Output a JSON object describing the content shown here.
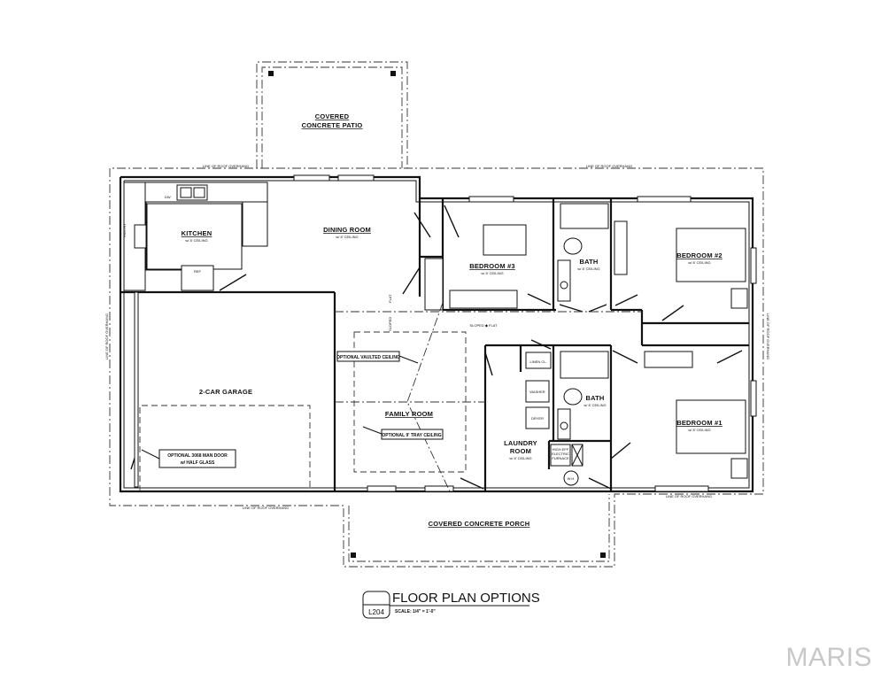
{
  "rooms": {
    "patio": [
      "COVERED",
      "CONCRETE PATIO"
    ],
    "kitchen": "KITCHEN",
    "dining": "DINING ROOM",
    "bedroom3": "BEDROOM #3",
    "bath_upper": "BATH",
    "bedroom2": "BEDROOM #2",
    "garage": "2-CAR GARAGE",
    "family": "FAMILY ROOM",
    "laundry": [
      "LAUNDRY",
      "ROOM"
    ],
    "bath_lower": "BATH",
    "bedroom1": "BEDROOM #1",
    "porch": "COVERED CONCRETE PORCH"
  },
  "ceiling_note": "w/ 8' CEILING",
  "small_labels": {
    "dw": "DW",
    "ref": "REF",
    "pantry": "PANTRY",
    "linen": "LINEN CL.",
    "washer": "WASHER",
    "dryer": "DRYER",
    "furnace": [
      "HIGH EFF",
      "ELECTRIC",
      "FURNACE"
    ],
    "wh": "W.H.",
    "flat": "FLAT",
    "sloped": "SLOPED",
    "sloped_flat": "SLOPED ◆ FLAT"
  },
  "overhang": "LINE OF ROOF OVERHANG",
  "notes": {
    "vaulted": "OPTIONAL VAULTED CEILING",
    "tray": "OPTIONAL 9' TRAY CEILING",
    "man_door": [
      "OPTIONAL 3068 MAN DOOR",
      "w/ HALF GLASS"
    ]
  },
  "title_block": {
    "sheet": "L204",
    "title": "FLOOR PLAN OPTIONS",
    "scale": "SCALE: 1/4\" = 1'-0\""
  },
  "watermark": "MARIS"
}
